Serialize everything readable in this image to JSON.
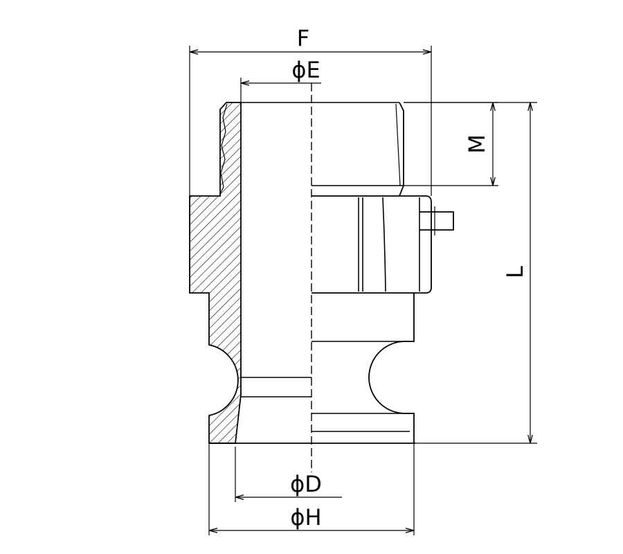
{
  "dimensions": {
    "F": "F",
    "phiE": "ϕE",
    "M": "M",
    "L": "L",
    "phiD": "ϕD",
    "phiH": "ϕH"
  },
  "colors": {
    "line": "#000000",
    "background": "#ffffff"
  }
}
